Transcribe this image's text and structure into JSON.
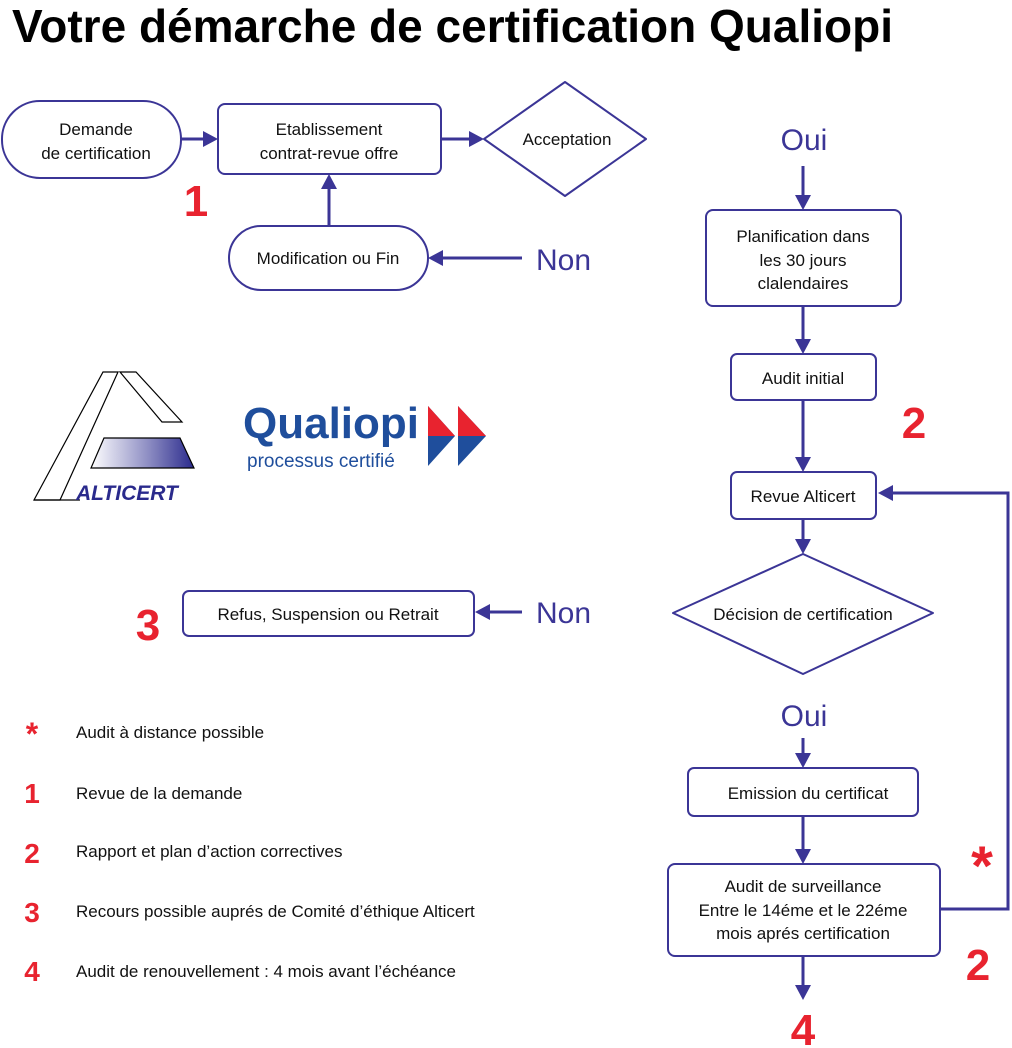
{
  "title": "Votre démarche de certification Qualiopi",
  "colors": {
    "accent": "#3b3596",
    "red": "#e8232f",
    "qualiopi_blue": "#1f4e9c"
  },
  "nodes": {
    "demande": [
      "Demande",
      "de certification"
    ],
    "etablissement": [
      "Etablissement",
      "contrat-revue offre"
    ],
    "acceptation": [
      "Acceptation"
    ],
    "modification": [
      "Modification ou Fin"
    ],
    "planification": [
      "Planification dans",
      "les 30 jours",
      "clalendaires"
    ],
    "audit_initial": [
      "Audit initial"
    ],
    "revue": [
      "Revue Alticert"
    ],
    "decision": [
      "Décision de certification"
    ],
    "refus": [
      "Refus, Suspension ou Retrait"
    ],
    "emission": [
      "Emission du certificat"
    ],
    "surveillance": [
      "Audit de surveillance",
      "Entre le 14éme et le 22éme",
      "mois aprés certification"
    ]
  },
  "labels": {
    "oui_top": "Oui",
    "non_top": "Non",
    "non_mid": "Non",
    "oui_bottom": "Oui"
  },
  "markers": {
    "step1": "1",
    "step2_a": "2",
    "step3": "3",
    "step2_b": "2",
    "step4": "4",
    "asterisk": "*"
  },
  "logos": {
    "alticert": "ALTICERT",
    "qualiopi_name": "Qualiopi",
    "qualiopi_sub": "processus certifié"
  },
  "legend": [
    {
      "marker": "*",
      "text": "Audit à distance possible"
    },
    {
      "marker": "1",
      "text": "Revue de la demande"
    },
    {
      "marker": "2",
      "text": "Rapport et plan d’action correctives"
    },
    {
      "marker": "3",
      "text": "Recours possible auprés de Comité d’éthique Alticert"
    },
    {
      "marker": "4",
      "text": "Audit de renouvellement : 4 mois avant l’échéance"
    }
  ]
}
